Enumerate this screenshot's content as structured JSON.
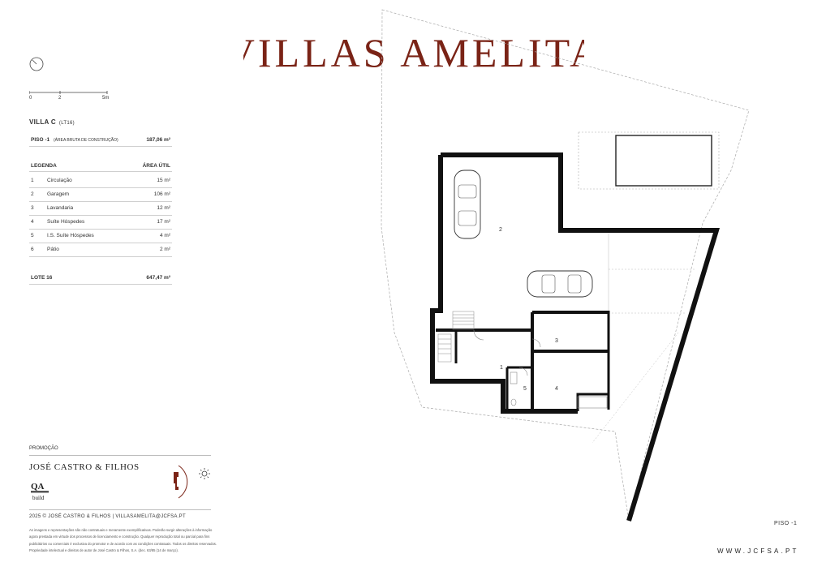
{
  "title": "VILLAS AMELITA",
  "brand_color": "#7a2316",
  "scale": {
    "ticks": [
      "0",
      "2",
      "5m"
    ]
  },
  "villa": {
    "name": "VILLA C",
    "lot_code": "(LT16)"
  },
  "floor_summary": {
    "label": "PISO -1",
    "note": "(ÁREA BRUTA DE CONSTRUÇÃO)",
    "value": "187,06 m²"
  },
  "legend": {
    "header": "LEGENDA",
    "area_header": "ÁREA ÚTIL",
    "items": [
      {
        "n": "1",
        "label": "Circulação",
        "area": "15 m²"
      },
      {
        "n": "2",
        "label": "Garagem",
        "area": "106 m²"
      },
      {
        "n": "3",
        "label": "Lavandaria",
        "area": "12 m²"
      },
      {
        "n": "4",
        "label": "Suíte Hóspedes",
        "area": "17 m²"
      },
      {
        "n": "5",
        "label": "I.S. Suíte Hóspedes",
        "area": "4 m²"
      },
      {
        "n": "6",
        "label": "Pátio",
        "area": "2 m²"
      }
    ]
  },
  "lot": {
    "label": "LOTE 16",
    "value": "647,47 m²"
  },
  "promo": {
    "label": "PROMOÇÃO",
    "company": "JOSÉ CASTRO & FILHOS",
    "qa_top": "QA",
    "qa_bottom": "build"
  },
  "copyright": "2025 © JOSÉ CASTRO & FILHOS | VILLASAMELITA@JCFSA.PT",
  "disclaimer": "As imagens e representações são não contratuais e meramente exemplificativas. Poderão surgir alterações à informação agora prestada em virtude dos processos de licenciamento e construção. Qualquer reprodução total ou parcial para fins publicitários ou comerciais é exclusiva do promotor e de acordo com as condições contratuais. Todos os direitos reservados. Propriedade intelectual e direitos de autor de José Castro & Filhos, S.A. (dec. 63/85 (14 de março).",
  "plan": {
    "room_numbers": [
      "1",
      "2",
      "3",
      "4",
      "5"
    ],
    "floor_label": "PISO -1"
  },
  "website": "WWW.JCFSA.PT",
  "icons": [
    "north-compass-icon",
    "sun-icon",
    "location-plan-icon",
    "car-icon"
  ]
}
